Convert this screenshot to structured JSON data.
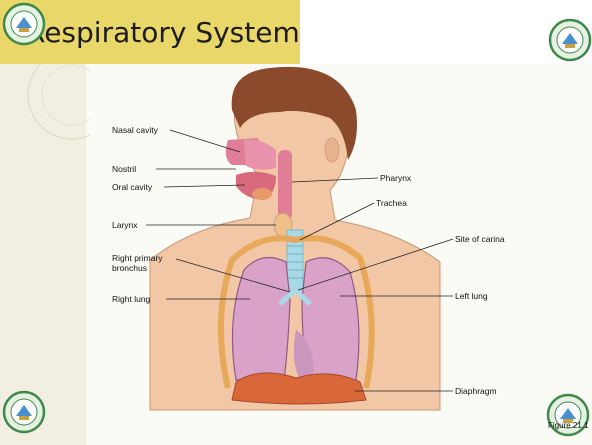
{
  "slide": {
    "title": "Respiratory System",
    "figure_ref": "Figure 21.1"
  },
  "labels": {
    "nasal_cavity": "Nasal cavity",
    "nostril": "Nostril",
    "oral_cavity": "Oral cavity",
    "larynx": "Larynx",
    "right_primary_bronchus_1": "Right primary",
    "right_primary_bronchus_2": "bronchus",
    "right_lung": "Right lung",
    "pharynx": "Pharynx",
    "trachea": "Trachea",
    "site_of_carina": "Site of carina",
    "left_lung": "Left lung",
    "diaphragm": "Diaphragm"
  },
  "colors": {
    "title_bg": "#e9d76a",
    "left_band": "#f0efe2",
    "skin": "#f2c7a6",
    "hair": "#8a4a2b",
    "lung": "#d9a3c9",
    "diaphragm": "#d8683a",
    "trachea": "#a9d9e6",
    "seal_green": "#3f8a4b"
  }
}
